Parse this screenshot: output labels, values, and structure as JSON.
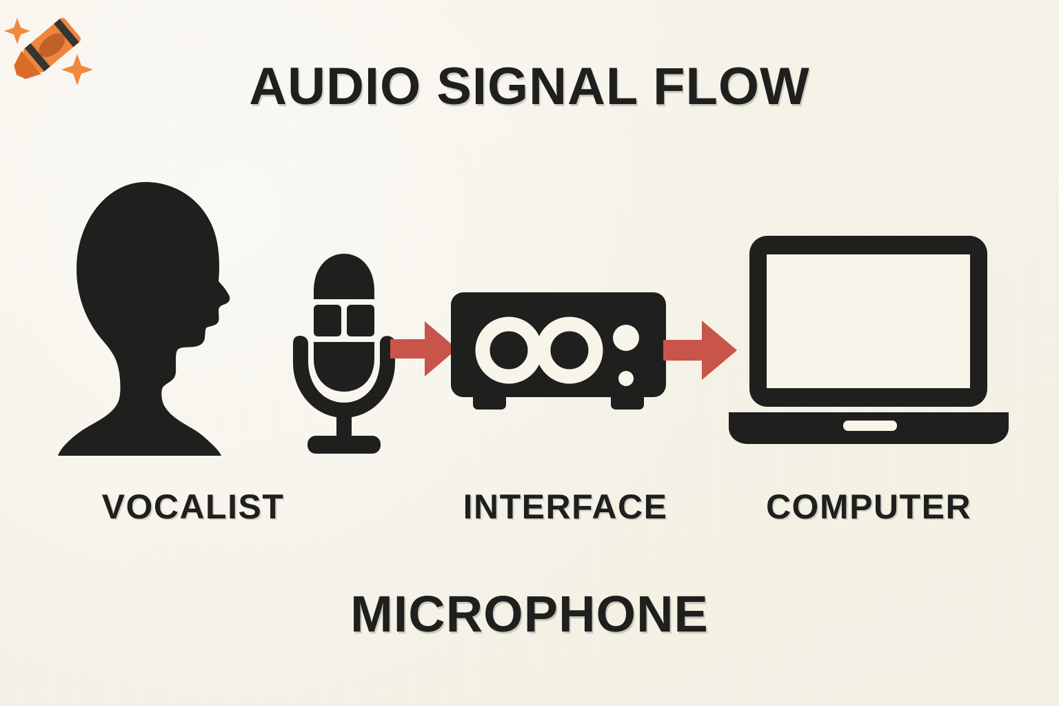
{
  "poster": {
    "title": "AUDIO SIGNAL FLOW",
    "bottom_label": "MICROPHONE",
    "background_color": "#f7f4ea",
    "ink_color": "#1f1f1d",
    "arrow_color": "#c8544a",
    "screen_color": "#f7f4ea"
  },
  "flow": {
    "stages": [
      {
        "id": "vocalist",
        "label": "VOCALIST",
        "icon": "head-profile-silhouette-icon"
      },
      {
        "id": "microphone",
        "label": "MICROPHONE",
        "icon": "microphone-icon"
      },
      {
        "id": "interface",
        "label": "INTERFACE",
        "icon": "audio-interface-icon"
      },
      {
        "id": "computer",
        "label": "COMPUTER",
        "icon": "laptop-icon"
      }
    ],
    "connectors": [
      {
        "id": "arrow-mic-to-interface",
        "icon": "arrow-right-icon",
        "color": "#c8544a"
      },
      {
        "id": "arrow-interface-to-computer",
        "icon": "arrow-right-icon",
        "color": "#c8544a"
      }
    ]
  },
  "watermark": {
    "icon": "crayon-sparkle-logo-icon",
    "crayon_color": "#ee8033",
    "crayon_tip_color": "#d9651f",
    "band_color": "#2b2b29",
    "label_color": "#c05a1d",
    "sparkle_color": "#ef8434"
  }
}
